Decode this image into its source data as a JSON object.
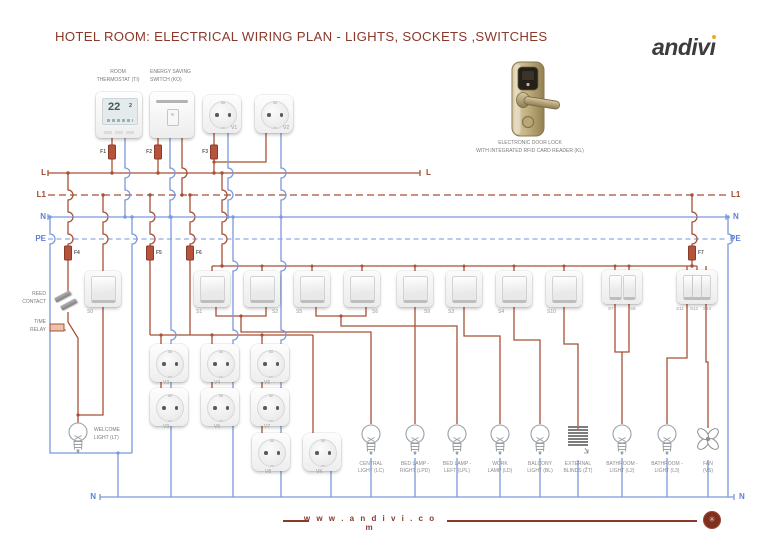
{
  "title": "HOTEL ROOM: ELECTRICAL WIRING PLAN - LIGHTS, SOCKETS ,SWITCHES",
  "brand": {
    "part1": "andiv",
    "part2": "ı"
  },
  "door_lock": {
    "caption1": "ELECTRONIC DOOR LOCK",
    "caption2": "WITH INTEGRATED RFID CARD READER (KL)"
  },
  "thermostat": {
    "label1": "ROOM",
    "label2": "THERMOSTAT (TI)",
    "display": "22",
    "display_small": "2"
  },
  "energy_switch": {
    "label1": "ENERGY SAVING",
    "label2": "SWITCH (KO)"
  },
  "bus_labels": {
    "l": "L",
    "l1": "L1",
    "n": "N",
    "pe": "PE"
  },
  "fuses": {
    "f1": "F1",
    "f2": "F2",
    "f3": "F3",
    "f4": "F4",
    "f5": "F5",
    "f6": "F6",
    "f7": "F7"
  },
  "left_circuit": {
    "reed1": "REED",
    "reed2": "CONTACT",
    "relay1": "TIME",
    "relay2": "RELAY",
    "welcome1": "WELCOME",
    "welcome2": "LIGHT (LT)"
  },
  "switches": {
    "s0": "S0",
    "s1": "S1",
    "s2": "S2",
    "s3": "S3",
    "s4": "S4",
    "s5": "S5",
    "s6": "S6",
    "s7": "S7",
    "s8": "S8",
    "s9": "S9",
    "s10": "S10",
    "s11": "S11",
    "s12": "S12",
    "s13": "S13"
  },
  "sockets": {
    "v1": "V1",
    "v2": "V2",
    "v3": "V3",
    "v4": "V4",
    "v5": "V5",
    "v6": "V6",
    "v7": "V7",
    "v8": "V8",
    "v9": "V9",
    "vk": "VK"
  },
  "loads": [
    {
      "line1": "CENTRAL",
      "line2": "LIGHT (LC)"
    },
    {
      "line1": "BED LAMP -",
      "line2": "RIGHT (LPD)"
    },
    {
      "line1": "BED LAMP -",
      "line2": "LEFT (LPL)"
    },
    {
      "line1": "WORK",
      "line2": "LAMP (LD)"
    },
    {
      "line1": "BALCONY",
      "line2": "LIGHT (BL)"
    },
    {
      "line1": "EXTERNAL",
      "line2": "BLINDS (ŽT)"
    },
    {
      "line1": "BATHROOM -",
      "line2": "LIGHT (L2)"
    },
    {
      "line1": "BATHROOM -",
      "line2": "LIGHT (L3)"
    },
    {
      "line1": "FAN",
      "line2": "(VS)"
    }
  ],
  "footer": {
    "website": "w w w . a n d i v i . c o m"
  }
}
